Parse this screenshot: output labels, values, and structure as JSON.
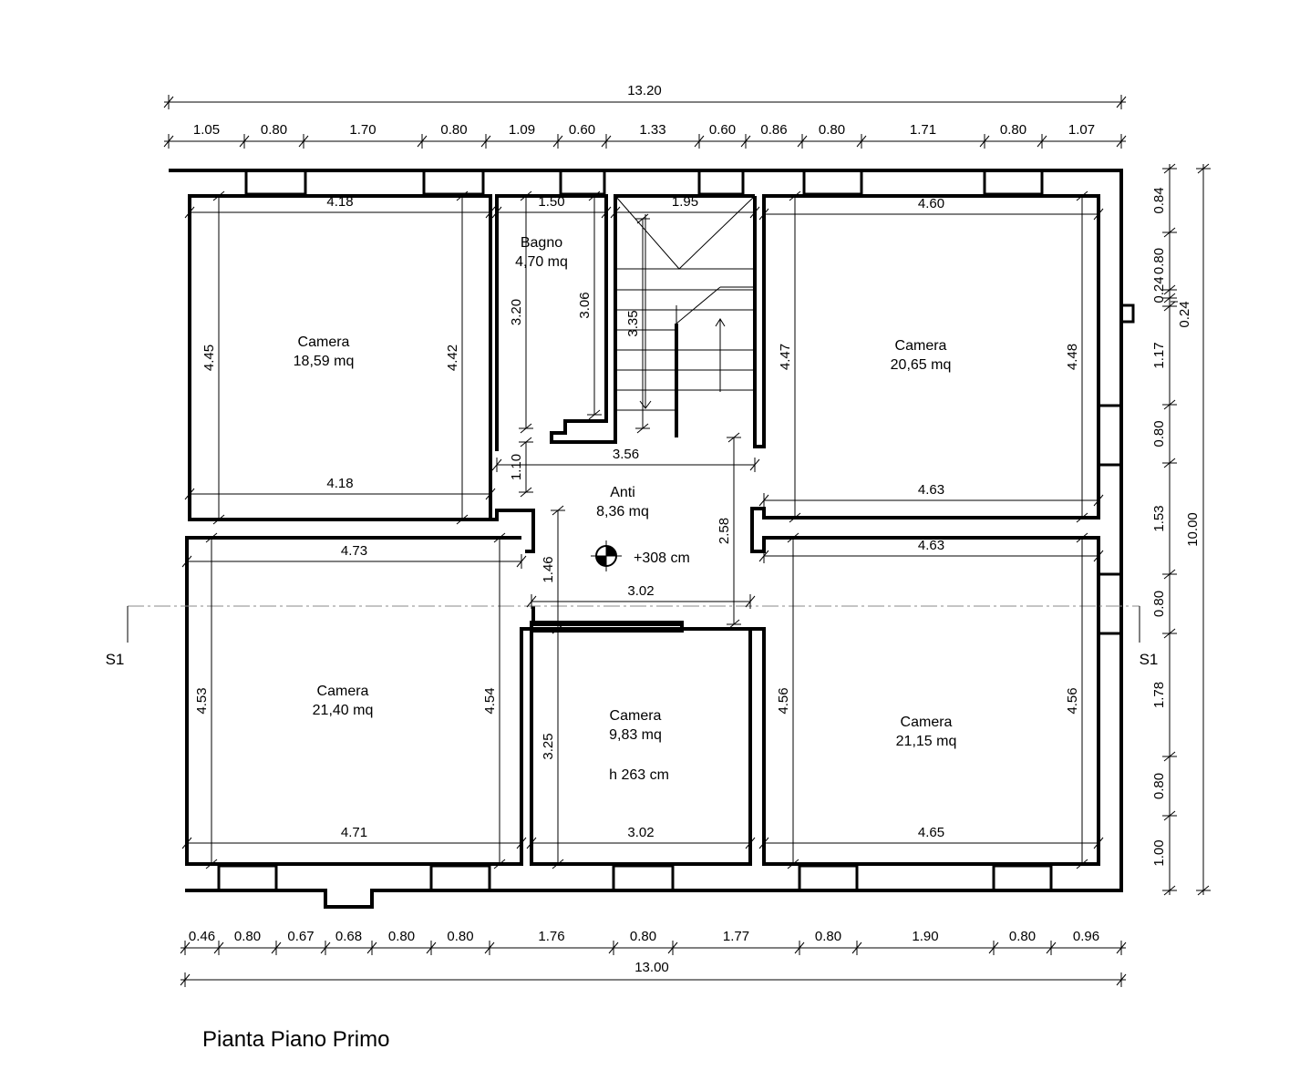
{
  "title": "Pianta Piano Primo",
  "rooms": [
    {
      "name": "Camera",
      "area": "18,59 mq"
    },
    {
      "name": "Bagno",
      "area": "4,70 mq"
    },
    {
      "name": "Camera",
      "area": "20,65 mq"
    },
    {
      "name": "Anti",
      "area": "8,36 mq"
    },
    {
      "name": "Camera",
      "area": "21,40 mq"
    },
    {
      "name": "Camera",
      "area": "9,83 mq",
      "height": "h 263 cm"
    },
    {
      "name": "Camera",
      "area": "21,15 mq"
    }
  ],
  "level": "+308 cm",
  "section_labels": [
    "S1",
    "S1"
  ],
  "top_dimensions": {
    "total": "13.20",
    "segments": [
      "1.05",
      "0.80",
      "1.70",
      "0.80",
      "1.09",
      "0.60",
      "1.33",
      "0.60",
      "0.86",
      "0.80",
      "1.71",
      "0.80",
      "1.07"
    ]
  },
  "bottom_dimensions": {
    "total": "13.00",
    "segments": [
      "0.46",
      "0.80",
      "0.67",
      "0.68",
      "0.80",
      "0.80",
      "1.76",
      "0.80",
      "1.77",
      "0.80",
      "1.90",
      "0.80",
      "0.96"
    ]
  },
  "right_dimensions": {
    "total": "10.00",
    "segments": [
      "0.84",
      "0.80",
      "0.24",
      "0.24",
      "1.17",
      "0.80",
      "1.53",
      "0.80",
      "1.78",
      "0.80",
      "1.00"
    ]
  },
  "interior_dimensions": {
    "horizontal": [
      "4.18",
      "1.50",
      "1.95",
      "4.60",
      "4.18",
      "3.56",
      "4.63",
      "4.73",
      "4.63",
      "3.02",
      "4.71",
      "3.02",
      "4.65"
    ],
    "vertical": [
      "4.45",
      "4.42",
      "3.20",
      "3.06",
      "3.35",
      "4.47",
      "4.48",
      "1.10",
      "2.58",
      "1.46",
      "4.53",
      "4.54",
      "3.25",
      "4.56",
      "4.56"
    ]
  }
}
